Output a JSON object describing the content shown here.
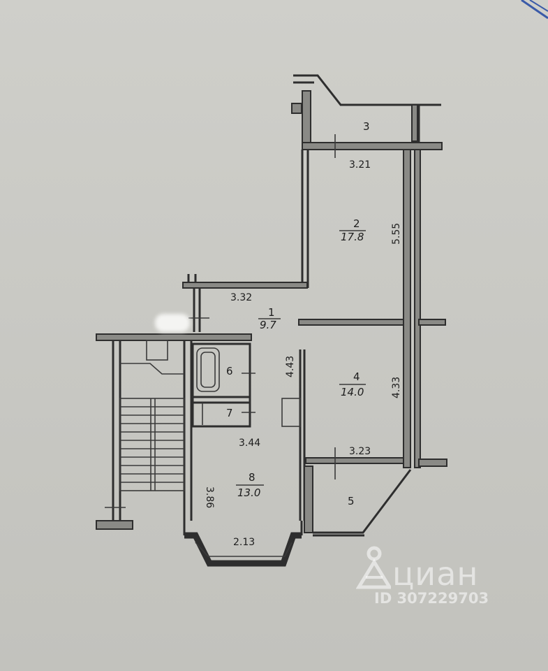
{
  "plan": {
    "rooms": [
      {
        "id": "1",
        "number": "1",
        "area": "9.7"
      },
      {
        "id": "2",
        "number": "2",
        "area": "17.8"
      },
      {
        "id": "3",
        "number": "3",
        "area": ""
      },
      {
        "id": "4",
        "number": "4",
        "area": "14.0"
      },
      {
        "id": "5",
        "number": "5",
        "area": ""
      },
      {
        "id": "6",
        "number": "6",
        "area": ""
      },
      {
        "id": "7",
        "number": "7",
        "area": ""
      },
      {
        "id": "8",
        "number": "8",
        "area": "13.0"
      }
    ],
    "dimensions": {
      "room2_width": "3.21",
      "room2_length": "5.55",
      "hall_width": "3.32",
      "hall_length": "4.43",
      "room4_width": "3.23",
      "room4_length": "4.33",
      "kitchen_width": "3.44",
      "kitchen_length": "3.86",
      "bay_width": "2.13"
    }
  },
  "watermark": {
    "brand": "циан",
    "listing_id": "ID 307229703"
  },
  "colors": {
    "paper": "#c9c9c4",
    "ink": "#2e2e2e",
    "watermark": "#ffffff"
  }
}
